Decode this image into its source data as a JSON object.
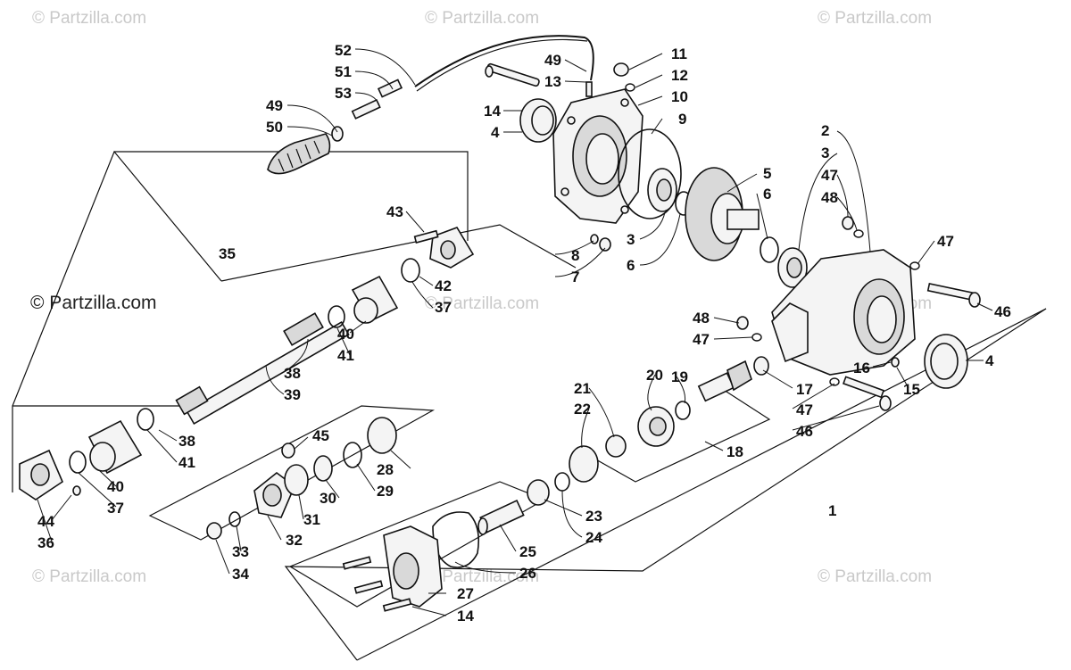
{
  "watermarks": {
    "top_left": "© Partzilla.com",
    "top_center": "© Partzilla.com",
    "top_right": "© Partzilla.com",
    "main": "© Partzilla.com",
    "mid_center": "© Partzilla.com",
    "mid_right": "© Partzilla.com",
    "bottom_left": "© Partzilla.com",
    "bottom_center": "© Partzilla.com",
    "bottom_right": "© Partzilla.com"
  },
  "callouts": {
    "c1": "1",
    "c2": "2",
    "c3a": "3",
    "c3b": "3",
    "c4a": "4",
    "c4b": "4",
    "c5": "5",
    "c6a": "6",
    "c6b": "6",
    "c7": "7",
    "c8": "8",
    "c9": "9",
    "c10": "10",
    "c11": "11",
    "c12": "12",
    "c13": "13",
    "c14a": "14",
    "c14b": "14",
    "c15": "15",
    "c16": "16",
    "c17": "17",
    "c18": "18",
    "c19": "19",
    "c20": "20",
    "c21": "21",
    "c22": "22",
    "c23": "23",
    "c24": "24",
    "c25": "25",
    "c26": "26",
    "c27": "27",
    "c28": "28",
    "c29": "29",
    "c30": "30",
    "c31": "31",
    "c32": "32",
    "c33": "33",
    "c34": "34",
    "c35": "35",
    "c36": "36",
    "c37a": "37",
    "c37b": "37",
    "c38a": "38",
    "c38b": "38",
    "c39": "39",
    "c40a": "40",
    "c40b": "40",
    "c41a": "41",
    "c41b": "41",
    "c42": "42",
    "c43": "43",
    "c44": "44",
    "c45": "45",
    "c46a": "46",
    "c46b": "46",
    "c47a": "47",
    "c47b": "47",
    "c47c": "47",
    "c47d": "47",
    "c48a": "48",
    "c48b": "48",
    "c49a": "49",
    "c49b": "49",
    "c50": "50",
    "c51": "51",
    "c52": "52",
    "c53": "53"
  }
}
